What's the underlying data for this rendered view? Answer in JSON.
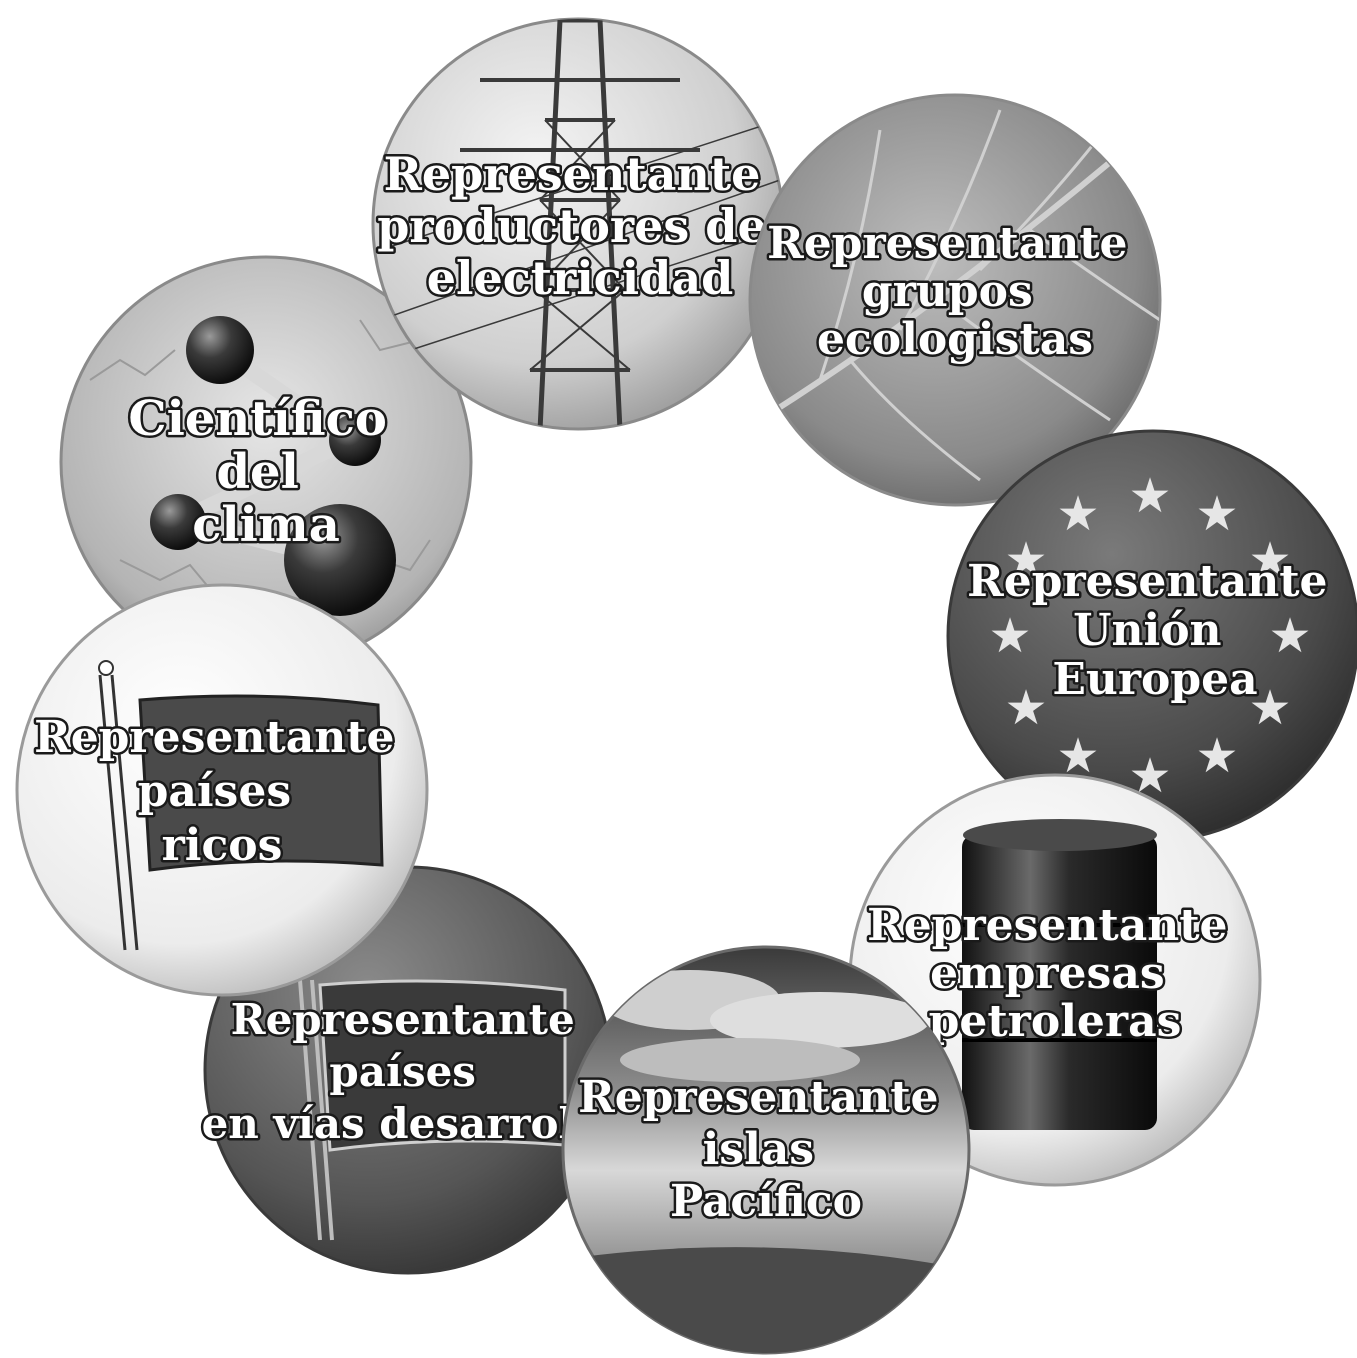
{
  "diagram": {
    "circles": [
      {
        "id": "electricidad",
        "lines": [
          "Representante",
          "productores de",
          "electricidad"
        ],
        "theme": "pylon"
      },
      {
        "id": "ecologistas",
        "lines": [
          "Representante",
          "grupos",
          "ecologistas"
        ],
        "theme": "leaf"
      },
      {
        "id": "union-europea",
        "lines": [
          "Representante",
          "Unión",
          "Europea"
        ],
        "theme": "eu-stars"
      },
      {
        "id": "petroleras",
        "lines": [
          "Representante",
          "empresas",
          "petroleras"
        ],
        "theme": "oil-barrel"
      },
      {
        "id": "islas-pacifico",
        "lines": [
          "Representante",
          "islas",
          "Pacífico"
        ],
        "theme": "clouds-sea"
      },
      {
        "id": "paises-desarrollo",
        "lines": [
          "Representante",
          "países",
          "en vías desarrollo"
        ],
        "theme": "flag-dark"
      },
      {
        "id": "paises-ricos",
        "lines": [
          "Representante",
          "países",
          "ricos"
        ],
        "theme": "flag-light"
      },
      {
        "id": "cientifico",
        "lines": [
          "Científico",
          "del",
          "clima"
        ],
        "theme": "molecule"
      }
    ]
  }
}
